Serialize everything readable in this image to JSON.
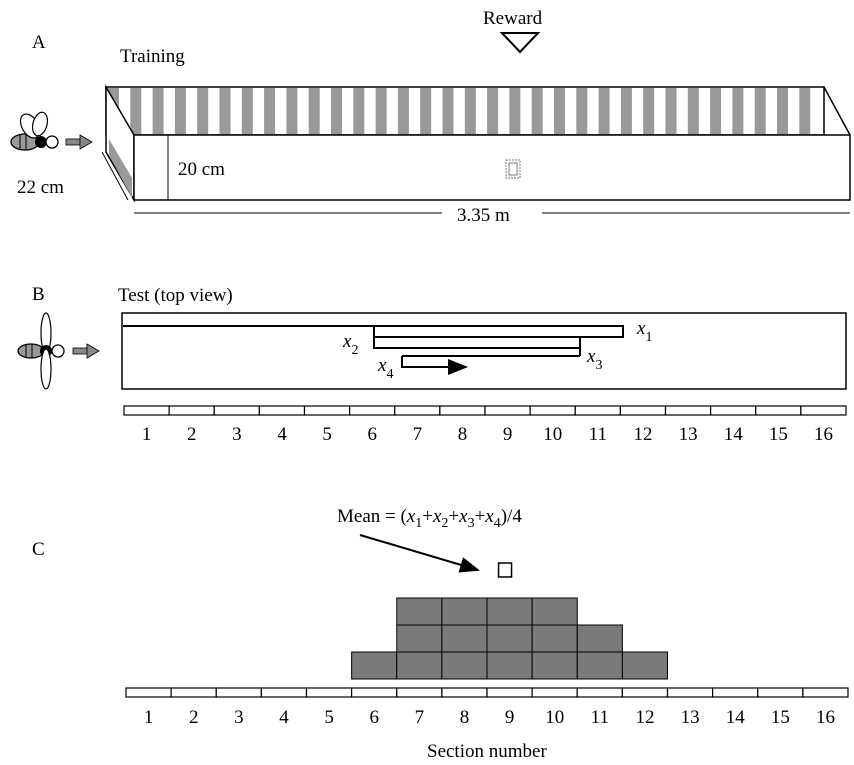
{
  "panels": {
    "a": {
      "letter": "A",
      "title": "Training",
      "reward_label": "Reward",
      "width_label": "22 cm",
      "height_label": "20 cm",
      "length_label": "3.35 m"
    },
    "b": {
      "letter": "B",
      "title": "Test (top view)",
      "path_labels": [
        {
          "var": "x",
          "sub": "1"
        },
        {
          "var": "x",
          "sub": "2"
        },
        {
          "var": "x",
          "sub": "3"
        },
        {
          "var": "x",
          "sub": "4"
        }
      ]
    },
    "c": {
      "letter": "C",
      "mean_formula": {
        "prefix": "Mean = (",
        "terms": [
          {
            "var": "x",
            "sub": "1",
            "after": "+"
          },
          {
            "var": "x",
            "sub": "2",
            "after": "+"
          },
          {
            "var": "x",
            "sub": "3",
            "after": "+"
          },
          {
            "var": "x",
            "sub": "4",
            "after": ")/4"
          }
        ]
      },
      "axis_label": "Section number",
      "histogram_counts": [
        0,
        0,
        0,
        0,
        0,
        1,
        3,
        3,
        3,
        3,
        2,
        1,
        0,
        0,
        0,
        0
      ],
      "mean_section": 8.9
    }
  },
  "section_numbers": [
    "1",
    "2",
    "3",
    "4",
    "5",
    "6",
    "7",
    "8",
    "9",
    "10",
    "11",
    "12",
    "13",
    "14",
    "15",
    "16"
  ],
  "colors": {
    "bar_fill": "#7a7a7a",
    "stripe_gray": "#999999",
    "line": "#000000"
  }
}
